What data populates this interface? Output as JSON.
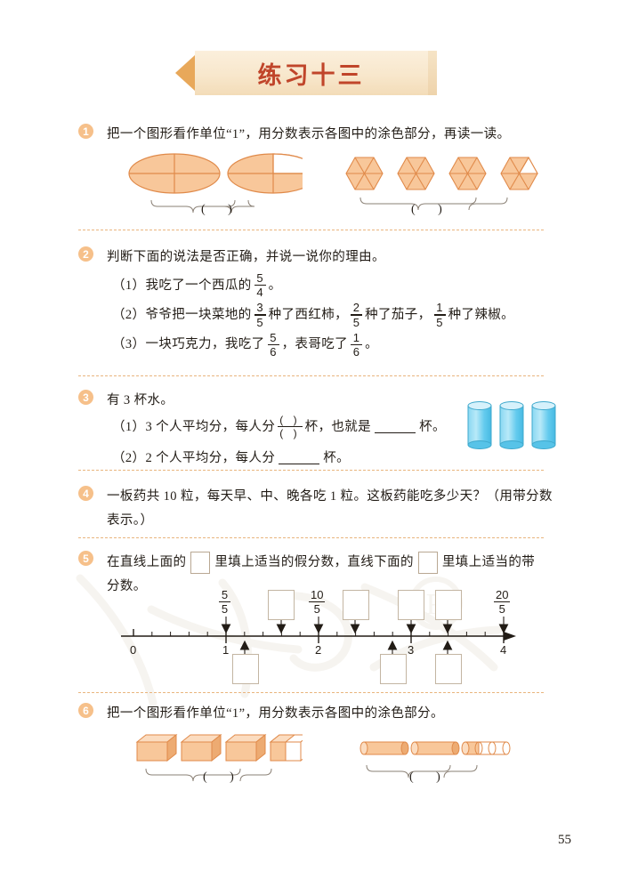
{
  "banner": {
    "title": "练习十三"
  },
  "page_number": "55",
  "exercises": [
    {
      "number": "1",
      "text": "把一个图形看作单位“1”，用分数表示各图中的涂色部分，再读一读。",
      "groups": [
        {
          "answer_paren": "(    )",
          "shape": "ellipse-quarters",
          "count": 2,
          "parts": 4,
          "shaded_last": 3
        },
        {
          "answer_paren": "(    )",
          "shape": "hexagon-sixths",
          "count": 4,
          "parts": 6,
          "shaded_last": 5
        }
      ]
    },
    {
      "number": "2",
      "text": "判断下面的说法是否正确，并说一说你的理由。",
      "items": [
        {
          "label": "（1）",
          "parts": [
            "我吃了一个西瓜的 ",
            {
              "frac": [
                "5",
                "4"
              ]
            },
            "。"
          ]
        },
        {
          "label": "（2）",
          "parts": [
            "爷爷把一块菜地的 ",
            {
              "frac": [
                "3",
                "5"
              ]
            },
            " 种了西红柿，",
            {
              "frac": [
                "2",
                "5"
              ]
            },
            " 种了茄子，",
            {
              "frac": [
                "1",
                "5"
              ]
            },
            " 种了辣椒。"
          ]
        },
        {
          "label": "（3）",
          "parts": [
            "一块巧克力，我吃了 ",
            {
              "frac": [
                "5",
                "6"
              ]
            },
            "，表哥吃了 ",
            {
              "frac": [
                "1",
                "6"
              ]
            },
            "。"
          ]
        }
      ]
    },
    {
      "number": "3",
      "text": "有 3 杯水。",
      "items": [
        {
          "label": "（1）",
          "parts": [
            "3 个人平均分，每人分 ",
            {
              "frac": [
                "(  )",
                "(  )"
              ]
            },
            " 杯，也就是 ",
            {
              "blank": true
            },
            " 杯。"
          ]
        },
        {
          "label": "（2）",
          "parts": [
            "2 个人平均分，每人分 ",
            {
              "blank": true
            },
            " 杯。"
          ]
        }
      ],
      "figure": {
        "type": "glasses",
        "count": 3,
        "color": "#5ec8ee"
      }
    },
    {
      "number": "4",
      "text": "一板药共 10 粒，每天早、中、晚各吃 1 粒。这板药能吃多少天？（用带分数表示。）"
    },
    {
      "number": "5",
      "text_parts": [
        "在直线上面的 ",
        {
          "box": true
        },
        " 里填上适当的假分数，直线下面的 ",
        {
          "box": true
        },
        " 里填上适当的带分数。"
      ],
      "number_line": {
        "type": "number-line",
        "tick_labels": [
          "0",
          "1",
          "2",
          "3",
          "4"
        ],
        "minor_divisions_per_unit": 5,
        "above_markers": [
          {
            "at": 1.0,
            "given": {
              "frac": [
                "5",
                "5"
              ]
            }
          },
          {
            "at": 1.6,
            "given": null
          },
          {
            "at": 2.0,
            "given": {
              "frac": [
                "10",
                "5"
              ]
            }
          },
          {
            "at": 2.4,
            "given": null
          },
          {
            "at": 3.0,
            "given": null
          },
          {
            "at": 3.4,
            "given": null
          },
          {
            "at": 4.0,
            "given": {
              "frac": [
                "20",
                "5"
              ]
            }
          }
        ],
        "below_markers": [
          {
            "at": 1.2,
            "given": null
          },
          {
            "at": 2.8,
            "given": null
          },
          {
            "at": 3.6,
            "given": null
          }
        ]
      }
    },
    {
      "number": "6",
      "text": "把一个图形看作单位“1”，用分数表示各图中的涂色部分。",
      "groups": [
        {
          "answer_paren": "(    )",
          "shape": "cuboids",
          "count": 4,
          "shaded_last_fraction": 0.5
        },
        {
          "answer_paren": "(    )",
          "shape": "cylinders",
          "count": 3,
          "parts": 3,
          "shaded_last": 1
        }
      ]
    }
  ],
  "colors": {
    "accent_orange": "#e8a85a",
    "title_red": "#c0452a",
    "shape_fill": "#f8c79a",
    "shape_stroke": "#e08a4a",
    "glass_blue": "#5ec8ee",
    "divider": "#e9b57e"
  }
}
